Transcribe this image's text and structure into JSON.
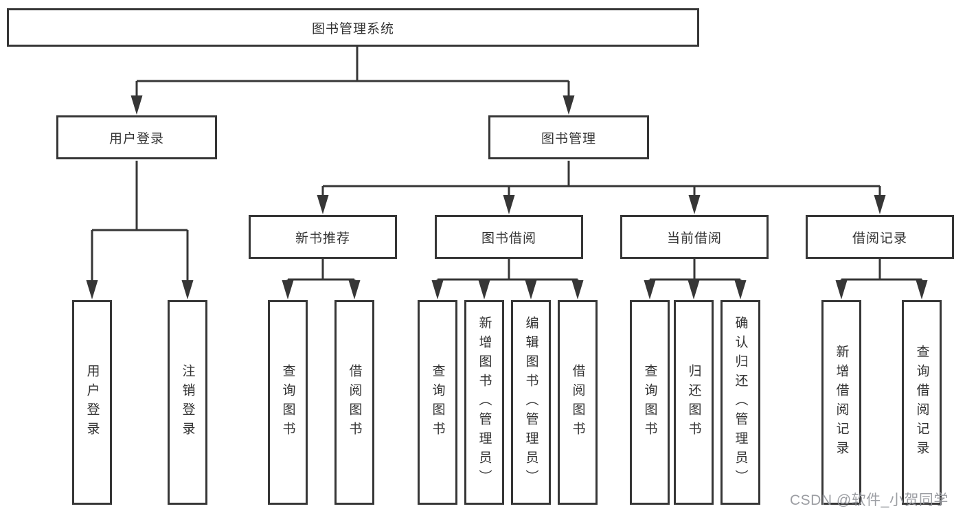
{
  "diagram": {
    "root": {
      "label": "图书管理系统"
    },
    "branches": [
      {
        "label": "用户登录",
        "children": [
          {
            "label": "用户登录"
          },
          {
            "label": "注销登录"
          }
        ]
      },
      {
        "label": "图书管理",
        "children": [
          {
            "label": "新书推荐",
            "children": [
              {
                "label": "查询图书"
              },
              {
                "label": "借阅图书"
              }
            ]
          },
          {
            "label": "图书借阅",
            "children": [
              {
                "label": "查询图书"
              },
              {
                "label": "新增图书（管理员）"
              },
              {
                "label": "编辑图书（管理员）"
              },
              {
                "label": "借阅图书"
              }
            ]
          },
          {
            "label": "当前借阅",
            "children": [
              {
                "label": "查询图书"
              },
              {
                "label": "归还图书"
              },
              {
                "label": "确认归还（管理员）"
              }
            ]
          },
          {
            "label": "借阅记录",
            "children": [
              {
                "label": "新增借阅记录"
              },
              {
                "label": "查询借阅记录"
              }
            ]
          }
        ]
      }
    ],
    "colors": {
      "line": "#363636",
      "border": "#363636",
      "text": "#333333",
      "box_background": "#ffffff"
    }
  },
  "watermark": {
    "text": "CSDN @软件_小贺同学",
    "color": "#94969b"
  }
}
